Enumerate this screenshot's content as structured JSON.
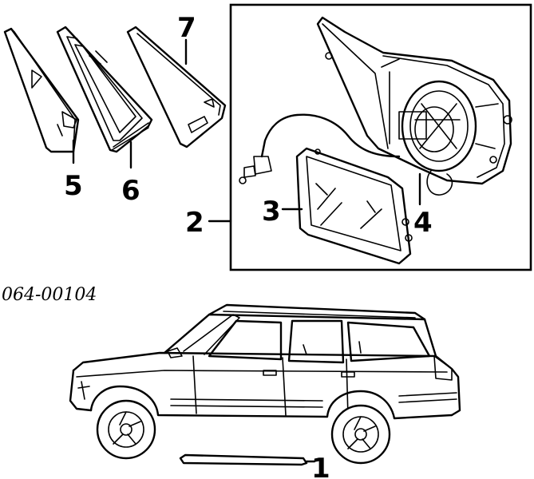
{
  "diagram": {
    "reference_number": "064-00104",
    "callouts": {
      "c1": "1",
      "c2": "2",
      "c3": "3",
      "c4": "4",
      "c5": "5",
      "c6": "6",
      "c7": "7"
    }
  }
}
